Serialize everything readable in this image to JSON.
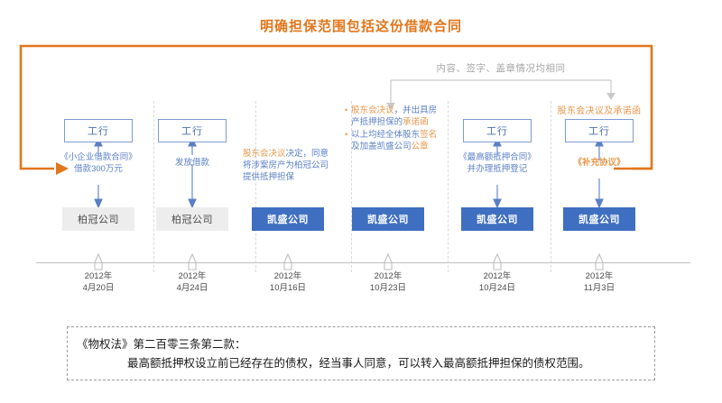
{
  "title": "明确担保范围包括这份借款合同",
  "gray_annotation": {
    "text": "内容、签字、盖章情况均相同"
  },
  "colors": {
    "accent_orange": "#E2761B",
    "label_orange": "#E8974A",
    "blue_text": "#5B7FC7",
    "blue_fill": "#3F6FC0",
    "blue_border": "#7D9BD3",
    "gray_fill": "#EDEDED",
    "gray_line": "#BFBFBF"
  },
  "columns": [
    {
      "top_label": "",
      "bank": "工行",
      "middle_segments": [
        {
          "text": "《小企业借款合同》",
          "color": "blue"
        },
        {
          "text": "借款300万元",
          "color": "blue"
        }
      ],
      "entity": "柏冠公司",
      "entity_style": "gray",
      "date_line1": "2012年",
      "date_line2": "4月20日"
    },
    {
      "top_label": "",
      "bank": "工行",
      "middle_segments": [
        {
          "text": "发放借款",
          "color": "blue"
        }
      ],
      "entity": "柏冠公司",
      "entity_style": "gray",
      "date_line1": "2012年",
      "date_line2": "4月24日"
    },
    {
      "top_label": "",
      "bank": "",
      "middle_segments": [
        {
          "text": "股东会决议",
          "color": "orange"
        },
        {
          "text": "决定，同意将涉案房产为柏冠公司提供抵押担保",
          "color": "blue"
        }
      ],
      "entity": "凯盛公司",
      "entity_style": "blue",
      "date_line1": "2012年",
      "date_line2": "10月16日"
    },
    {
      "top_label": "",
      "bank": "",
      "bullets": [
        [
          {
            "text": "股东会决议",
            "color": "orange"
          },
          {
            "text": "，并出具房产抵押担保的",
            "color": "blue"
          },
          {
            "text": "承诺函",
            "color": "orange"
          }
        ],
        [
          {
            "text": "以上均经全体股东",
            "color": "blue"
          },
          {
            "text": "签名",
            "color": "orange"
          },
          {
            "text": "及加盖凯盛公司",
            "color": "blue"
          },
          {
            "text": "公章",
            "color": "orange"
          }
        ]
      ],
      "entity": "凯盛公司",
      "entity_style": "blue",
      "date_line1": "2012年",
      "date_line2": "10月23日"
    },
    {
      "top_label": "",
      "bank": "工行",
      "middle_segments": [
        {
          "text": "《最高额抵押合同》",
          "color": "blue"
        },
        {
          "text": "并办理抵押登记",
          "color": "blue"
        }
      ],
      "entity": "凯盛公司",
      "entity_style": "blue",
      "date_line1": "2012年",
      "date_line2": "10月24日"
    },
    {
      "top_label": "股东会决议及承诺函",
      "bank": "工行",
      "middle_segments": [
        {
          "text": "《补充协议》",
          "color": "orange"
        }
      ],
      "entity": "凯盛公司",
      "entity_style": "blue",
      "date_line1": "2012年",
      "date_line2": "11月3日"
    }
  ],
  "quote": {
    "line1": "《物权法》第二百零三条第二款：",
    "line2": "最高额抵押权设立前已经存在的债权，经当事人同意，可以转入最高额抵押担保的债权范围。"
  }
}
